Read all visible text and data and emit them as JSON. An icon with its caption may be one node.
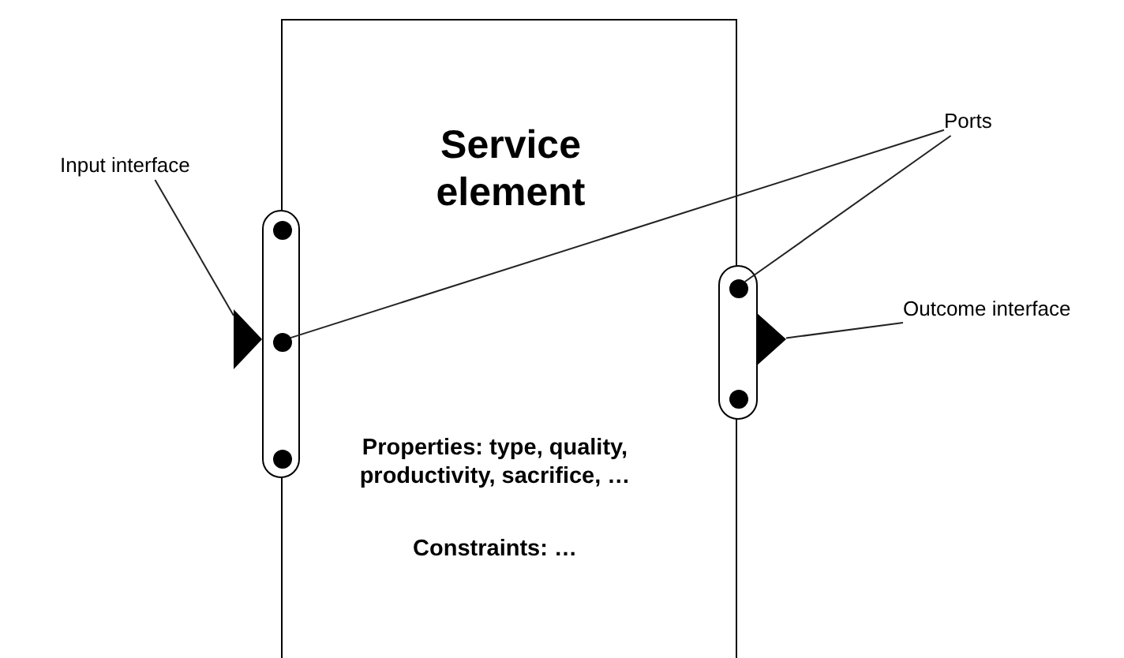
{
  "diagram": {
    "nodes": [
      {
        "text": [
          "Service element",
          "Properties: type, quality, productivity, sacrifice, …",
          "Constraints: …"
        ]
      },
      {
        "text": [
          "Input interface"
        ]
      },
      {
        "text": [],
        "shape": "bar"
      },
      {
        "text": [],
        "shape": "circle",
        "in": 2
      },
      {
        "text": [],
        "shape": "circle",
        "in": 2
      },
      {
        "text": [],
        "shape": "circle",
        "in": 2
      },
      {
        "text": [],
        "shape": "triangle"
      },
      {
        "text": [
          "Ports"
        ]
      },
      {
        "text": [],
        "shape": "bar"
      },
      {
        "text": [],
        "shape": "circle",
        "in": 8
      },
      {
        "text": [],
        "shape": "circle",
        "in": 8
      },
      {
        "text": [],
        "shape": "triangle"
      },
      {
        "text": [
          "Outcome interface"
        ]
      }
    ],
    "edges": [
      {
        "from": 1,
        "to": 6,
        "arrow": "none"
      },
      {
        "from": 7,
        "to": 4,
        "arrow": "none"
      },
      {
        "from": 7,
        "to": 9,
        "arrow": "none"
      },
      {
        "from": 12,
        "to": 11,
        "arrow": "none"
      }
    ]
  }
}
